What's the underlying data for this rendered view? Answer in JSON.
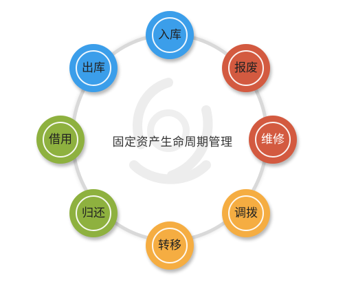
{
  "diagram": {
    "center_label": "固定资产生命周期管理",
    "nodes": [
      {
        "label": "入库",
        "color": "#3b9eea"
      },
      {
        "label": "报废",
        "color": "#d35a40"
      },
      {
        "label": "维修",
        "color": "#d35a40"
      },
      {
        "label": "调拨",
        "color": "#f5ad42"
      },
      {
        "label": "转移",
        "color": "#f5ad42"
      },
      {
        "label": "归还",
        "color": "#8eb13f"
      },
      {
        "label": "借用",
        "color": "#8eb13f"
      },
      {
        "label": "出库",
        "color": "#3b9eea"
      }
    ]
  }
}
